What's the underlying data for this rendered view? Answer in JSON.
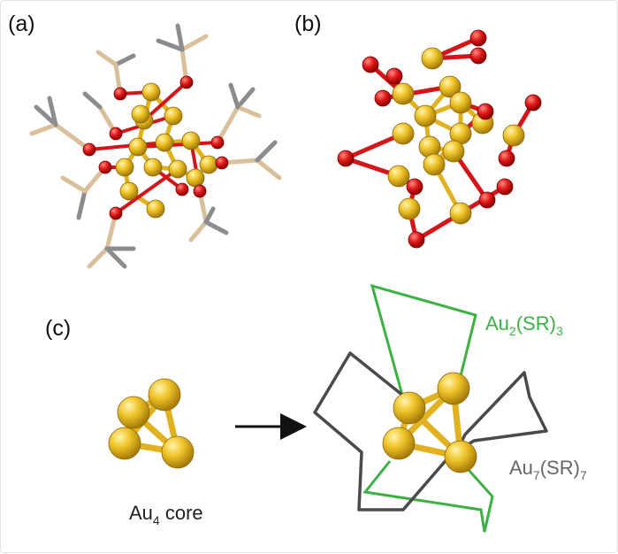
{
  "panels": {
    "a": {
      "label": "(a)"
    },
    "b": {
      "label": "(b)"
    },
    "c": {
      "label": "(c)"
    }
  },
  "captions": {
    "core": {
      "main": "Au",
      "sub": "4",
      "rest": " core"
    },
    "au2": {
      "main": "Au",
      "sub": "2",
      "rest": "(SR)",
      "sub2": "3"
    },
    "au7": {
      "main": "Au",
      "sub": "7",
      "rest": "(SR)",
      "sub2": "7"
    }
  },
  "colors": {
    "gold": "#e0b21f",
    "gold_dark": "#b88a10",
    "sulfur": "#d4161b",
    "carbon_tan": "#d9bf9a",
    "carbon_gray": "#8c8c8c",
    "green": "#3cb043",
    "gray_chain": "#4a4a4a"
  },
  "arrow_icon": "right-arrow-icon"
}
